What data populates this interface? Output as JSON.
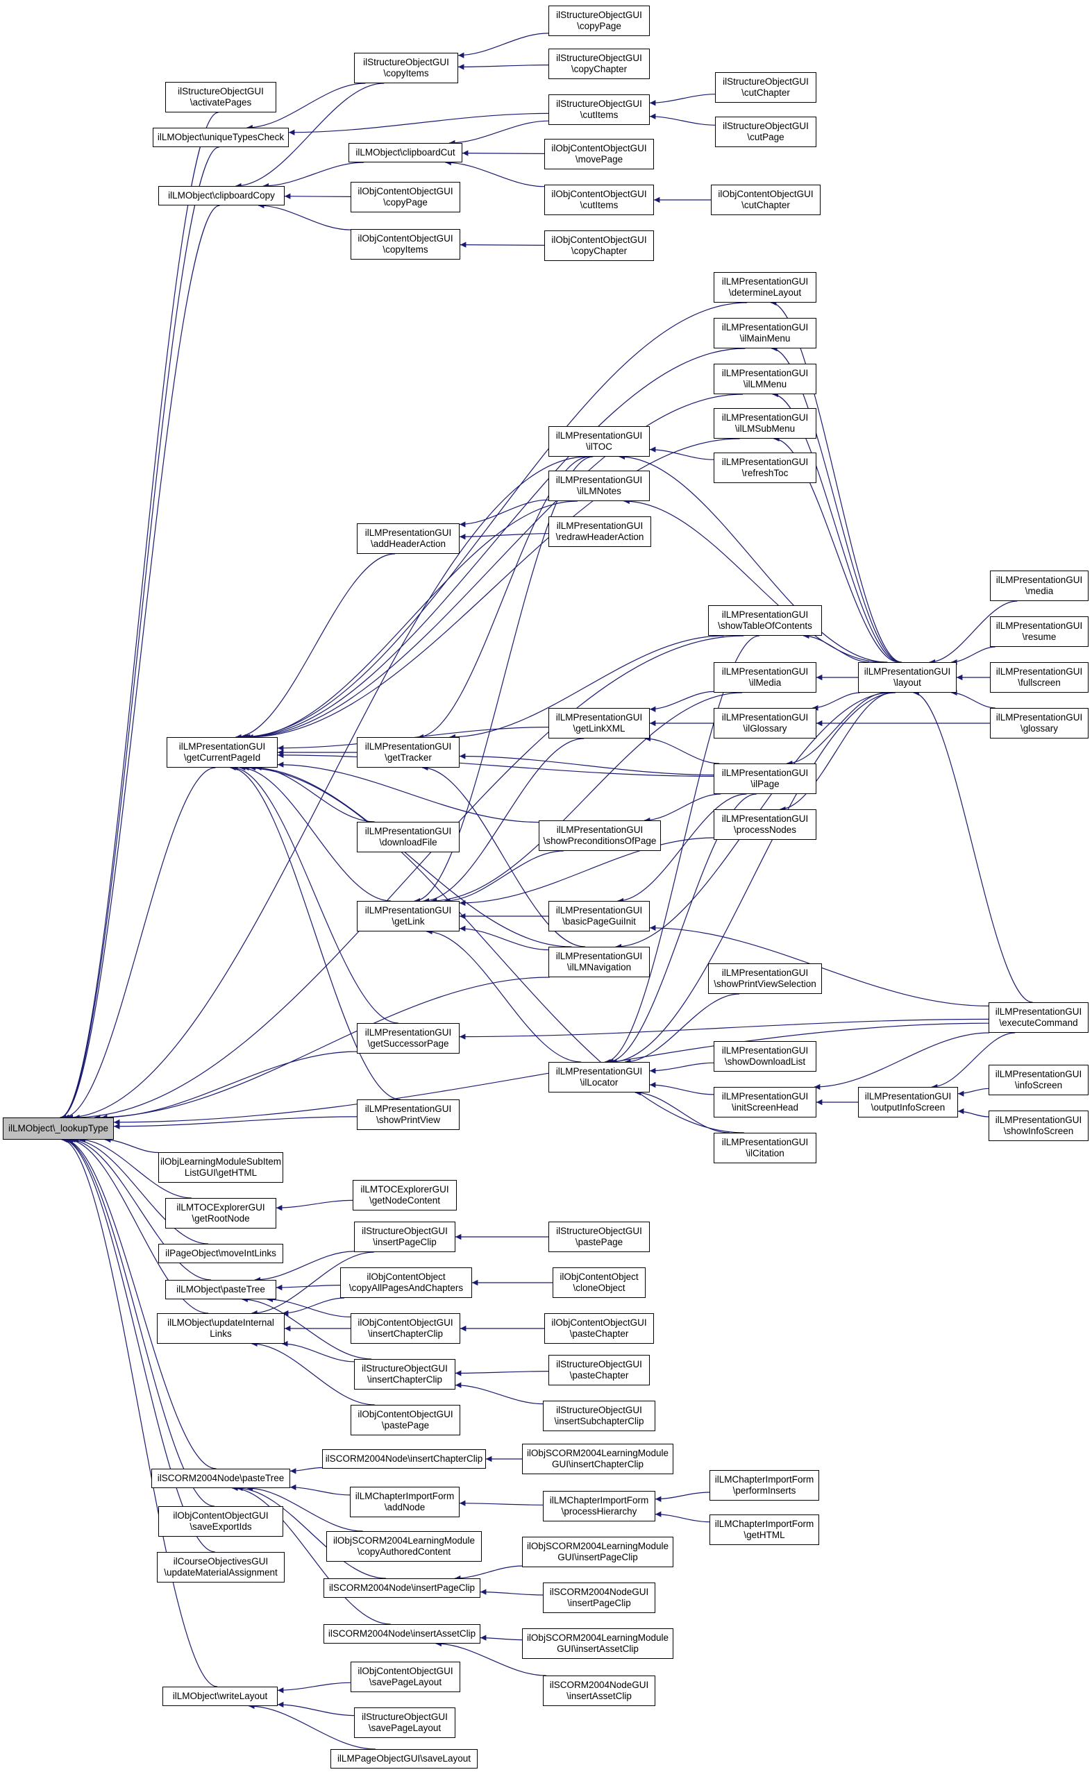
{
  "graph": {
    "edge_color": "#191970",
    "root_fill": "#bfbfbf",
    "node_fill": "#ffffff",
    "nodes": [
      {
        "id": "lookup",
        "lines": [
          "ilLMObject\\_lookupType"
        ],
        "root": true
      },
      {
        "id": "activatePages",
        "lines": [
          "ilStructureObjectGUI",
          "\\activatePages"
        ]
      },
      {
        "id": "uniqueTypesCheck",
        "lines": [
          "ilLMObject\\uniqueTypesCheck"
        ]
      },
      {
        "id": "clipboardCopy",
        "lines": [
          "ilLMObject\\clipboardCopy"
        ]
      },
      {
        "id": "s_copyItems",
        "lines": [
          "ilStructureObjectGUI",
          "\\copyItems"
        ]
      },
      {
        "id": "s_copyPage",
        "lines": [
          "ilStructureObjectGUI",
          "\\copyPage"
        ]
      },
      {
        "id": "s_copyChapter",
        "lines": [
          "ilStructureObjectGUI",
          "\\copyChapter"
        ]
      },
      {
        "id": "s_cutItems",
        "lines": [
          "ilStructureObjectGUI",
          "\\cutItems"
        ]
      },
      {
        "id": "s_cutChapter",
        "lines": [
          "ilStructureObjectGUI",
          "\\cutChapter"
        ]
      },
      {
        "id": "s_cutPage",
        "lines": [
          "ilStructureObjectGUI",
          "\\cutPage"
        ]
      },
      {
        "id": "clipboardCut",
        "lines": [
          "ilLMObject\\clipboardCut"
        ]
      },
      {
        "id": "oc_movePage",
        "lines": [
          "ilObjContentObjectGUI",
          "\\movePage"
        ]
      },
      {
        "id": "oc_copyPage",
        "lines": [
          "ilObjContentObjectGUI",
          "\\copyPage"
        ]
      },
      {
        "id": "oc_cutItems",
        "lines": [
          "ilObjContentObjectGUI",
          "\\cutItems"
        ]
      },
      {
        "id": "oc_cutChapter",
        "lines": [
          "ilObjContentObjectGUI",
          "\\cutChapter"
        ]
      },
      {
        "id": "oc_copyItems",
        "lines": [
          "ilObjContentObjectGUI",
          "\\copyItems"
        ]
      },
      {
        "id": "oc_copyChapter",
        "lines": [
          "ilObjContentObjectGUI",
          "\\copyChapter"
        ]
      },
      {
        "id": "determineLayout",
        "lines": [
          "ilLMPresentationGUI",
          "\\determineLayout"
        ]
      },
      {
        "id": "ilMainMenu",
        "lines": [
          "ilLMPresentationGUI",
          "\\ilMainMenu"
        ]
      },
      {
        "id": "ilLMMenu",
        "lines": [
          "ilLMPresentationGUI",
          "\\ilLMMenu"
        ]
      },
      {
        "id": "ilLMSubMenu",
        "lines": [
          "ilLMPresentationGUI",
          "\\ilLMSubMenu"
        ]
      },
      {
        "id": "ilTOC",
        "lines": [
          "ilLMPresentationGUI",
          "\\ilTOC"
        ]
      },
      {
        "id": "refreshToc",
        "lines": [
          "ilLMPresentationGUI",
          "\\refreshToc"
        ]
      },
      {
        "id": "ilLMNotes",
        "lines": [
          "ilLMPresentationGUI",
          "\\ilLMNotes"
        ]
      },
      {
        "id": "addHeaderAction",
        "lines": [
          "ilLMPresentationGUI",
          "\\addHeaderAction"
        ]
      },
      {
        "id": "redrawHeaderAction",
        "lines": [
          "ilLMPresentationGUI",
          "\\redrawHeaderAction"
        ]
      },
      {
        "id": "media",
        "lines": [
          "ilLMPresentationGUI",
          "\\media"
        ]
      },
      {
        "id": "showTableOfContents",
        "lines": [
          "ilLMPresentationGUI",
          "\\showTableOfContents"
        ]
      },
      {
        "id": "resume",
        "lines": [
          "ilLMPresentationGUI",
          "\\resume"
        ]
      },
      {
        "id": "ilMedia",
        "lines": [
          "ilLMPresentationGUI",
          "\\ilMedia"
        ]
      },
      {
        "id": "layout",
        "lines": [
          "ilLMPresentationGUI",
          "\\layout"
        ]
      },
      {
        "id": "fullscreen",
        "lines": [
          "ilLMPresentationGUI",
          "\\fullscreen"
        ]
      },
      {
        "id": "getLinkXML",
        "lines": [
          "ilLMPresentationGUI",
          "\\getLinkXML"
        ]
      },
      {
        "id": "ilGlossary",
        "lines": [
          "ilLMPresentationGUI",
          "\\ilGlossary"
        ]
      },
      {
        "id": "glossary",
        "lines": [
          "ilLMPresentationGUI",
          "\\glossary"
        ]
      },
      {
        "id": "getCurrentPageId",
        "lines": [
          "ilLMPresentationGUI",
          "\\getCurrentPageId"
        ]
      },
      {
        "id": "getTracker",
        "lines": [
          "ilLMPresentationGUI",
          "\\getTracker"
        ]
      },
      {
        "id": "ilPage",
        "lines": [
          "ilLMPresentationGUI",
          "\\ilPage"
        ]
      },
      {
        "id": "showPreconditionsOfPage",
        "lines": [
          "ilLMPresentationGUI",
          "\\showPreconditionsOfPage"
        ]
      },
      {
        "id": "processNodes",
        "lines": [
          "ilLMPresentationGUI",
          "\\processNodes"
        ]
      },
      {
        "id": "downloadFile",
        "lines": [
          "ilLMPresentationGUI",
          "\\downloadFile"
        ]
      },
      {
        "id": "getLink",
        "lines": [
          "ilLMPresentationGUI",
          "\\getLink"
        ]
      },
      {
        "id": "basicPageGuiInit",
        "lines": [
          "ilLMPresentationGUI",
          "\\basicPageGuiInit"
        ]
      },
      {
        "id": "ilLMNavigation",
        "lines": [
          "ilLMPresentationGUI",
          "\\ilLMNavigation"
        ]
      },
      {
        "id": "showPrintViewSelection",
        "lines": [
          "ilLMPresentationGUI",
          "\\showPrintViewSelection"
        ]
      },
      {
        "id": "getSuccessorPage",
        "lines": [
          "ilLMPresentationGUI",
          "\\getSuccessorPage"
        ]
      },
      {
        "id": "executeCommand",
        "lines": [
          "ilLMPresentationGUI",
          "\\executeCommand"
        ]
      },
      {
        "id": "ilLocator",
        "lines": [
          "ilLMPresentationGUI",
          "\\ilLocator"
        ]
      },
      {
        "id": "showDownloadList",
        "lines": [
          "ilLMPresentationGUI",
          "\\showDownloadList"
        ]
      },
      {
        "id": "initScreenHead",
        "lines": [
          "ilLMPresentationGUI",
          "\\initScreenHead"
        ]
      },
      {
        "id": "outputInfoScreen",
        "lines": [
          "ilLMPresentationGUI",
          "\\outputInfoScreen"
        ]
      },
      {
        "id": "infoScreen",
        "lines": [
          "ilLMPresentationGUI",
          "\\infoScreen"
        ]
      },
      {
        "id": "showPrintView",
        "lines": [
          "ilLMPresentationGUI",
          "\\showPrintView"
        ]
      },
      {
        "id": "showInfoScreen",
        "lines": [
          "ilLMPresentationGUI",
          "\\showInfoScreen"
        ]
      },
      {
        "id": "ilCitation",
        "lines": [
          "ilLMPresentationGUI",
          "\\ilCitation"
        ]
      },
      {
        "id": "subItemGetHTML",
        "lines": [
          "ilObjLearningModuleSubItem",
          "ListGUI\\getHTML"
        ]
      },
      {
        "id": "getRootNode",
        "lines": [
          "ilLMTOCExplorerGUI",
          "\\getRootNode"
        ]
      },
      {
        "id": "getNodeContent",
        "lines": [
          "ilLMTOCExplorerGUI",
          "\\getNodeContent"
        ]
      },
      {
        "id": "s_insertPageClip",
        "lines": [
          "ilStructureObjectGUI",
          "\\insertPageClip"
        ]
      },
      {
        "id": "s_pastePage",
        "lines": [
          "ilStructureObjectGUI",
          "\\pastePage"
        ]
      },
      {
        "id": "moveIntLinks",
        "lines": [
          "ilPageObject\\moveIntLinks"
        ]
      },
      {
        "id": "pasteTree",
        "lines": [
          "ilLMObject\\pasteTree"
        ]
      },
      {
        "id": "copyAllPagesAndChapters",
        "lines": [
          "ilObjContentObject",
          "\\copyAllPagesAndChapters"
        ]
      },
      {
        "id": "cloneObject",
        "lines": [
          "ilObjContentObject",
          "\\cloneObject"
        ]
      },
      {
        "id": "updateInternalLinks",
        "lines": [
          "ilLMObject\\updateInternal",
          "Links"
        ]
      },
      {
        "id": "oc_insertChapterClip",
        "lines": [
          "ilObjContentObjectGUI",
          "\\insertChapterClip"
        ]
      },
      {
        "id": "oc_pasteChapter",
        "lines": [
          "ilObjContentObjectGUI",
          "\\pasteChapter"
        ]
      },
      {
        "id": "s_insertChapterClip",
        "lines": [
          "ilStructureObjectGUI",
          "\\insertChapterClip"
        ]
      },
      {
        "id": "s_pasteChapter",
        "lines": [
          "ilStructureObjectGUI",
          "\\pasteChapter"
        ]
      },
      {
        "id": "s_insertSubchapterClip",
        "lines": [
          "ilStructureObjectGUI",
          "\\insertSubchapterClip"
        ]
      },
      {
        "id": "oc_pastePage",
        "lines": [
          "ilObjContentObjectGUI",
          "\\pastePage"
        ]
      },
      {
        "id": "sc_pasteTree",
        "lines": [
          "ilSCORM2004Node\\pasteTree"
        ]
      },
      {
        "id": "sc_insertChapterClip",
        "lines": [
          "ilSCORM2004Node\\insertChapterClip"
        ]
      },
      {
        "id": "oslm_insertChapterClip",
        "lines": [
          "ilObjSCORM2004LearningModule",
          "GUI\\insertChapterClip"
        ]
      },
      {
        "id": "saveExportIds",
        "lines": [
          "ilObjContentObjectGUI",
          "\\saveExportIds"
        ]
      },
      {
        "id": "addNode",
        "lines": [
          "ilLMChapterImportForm",
          "\\addNode"
        ]
      },
      {
        "id": "processHierarchy",
        "lines": [
          "ilLMChapterImportForm",
          "\\processHierarchy"
        ]
      },
      {
        "id": "performInserts",
        "lines": [
          "ilLMChapterImportForm",
          "\\performInserts"
        ]
      },
      {
        "id": "cif_getHTML",
        "lines": [
          "ilLMChapterImportForm",
          "\\getHTML"
        ]
      },
      {
        "id": "updateMaterialAssignment",
        "lines": [
          "ilCourseObjectivesGUI",
          "\\updateMaterialAssignment"
        ]
      },
      {
        "id": "copyAuthoredContent",
        "lines": [
          "ilObjSCORM2004LearningModule",
          "\\copyAuthoredContent"
        ]
      },
      {
        "id": "oslm_insertPageClip",
        "lines": [
          "ilObjSCORM2004LearningModule",
          "GUI\\insertPageClip"
        ]
      },
      {
        "id": "sc_insertPageClip",
        "lines": [
          "ilSCORM2004Node\\insertPageClip"
        ]
      },
      {
        "id": "scn_insertPageClip",
        "lines": [
          "ilSCORM2004NodeGUI",
          "\\insertPageClip"
        ]
      },
      {
        "id": "sc_insertAssetClip",
        "lines": [
          "ilSCORM2004Node\\insertAssetClip"
        ]
      },
      {
        "id": "oslm_insertAssetClip",
        "lines": [
          "ilObjSCORM2004LearningModule",
          "GUI\\insertAssetClip"
        ]
      },
      {
        "id": "scn_insertAssetClip",
        "lines": [
          "ilSCORM2004NodeGUI",
          "\\insertAssetClip"
        ]
      },
      {
        "id": "writeLayout",
        "lines": [
          "ilLMObject\\writeLayout"
        ]
      },
      {
        "id": "oc_savePageLayout",
        "lines": [
          "ilObjContentObjectGUI",
          "\\savePageLayout"
        ]
      },
      {
        "id": "s_savePageLayout",
        "lines": [
          "ilStructureObjectGUI",
          "\\savePageLayout"
        ]
      },
      {
        "id": "saveLayout",
        "lines": [
          "ilLMPageObjectGUI\\saveLayout"
        ]
      }
    ]
  }
}
